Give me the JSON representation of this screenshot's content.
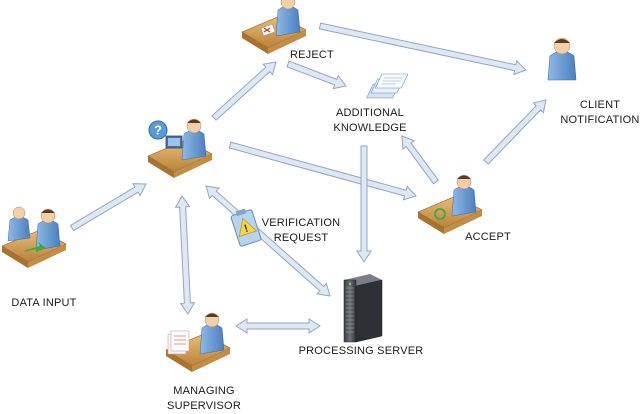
{
  "nodes": {
    "data_input": "DATA INPUT",
    "reject": "REJECT",
    "additional_knowledge": [
      "ADDITIONAL",
      "KNOWLEDGE"
    ],
    "client_notification": [
      "CLIENT",
      "NOTIFICATION"
    ],
    "verification_request": [
      "VERIFICATION",
      "REQUEST"
    ],
    "accept": "ACCEPT",
    "processing_server": "PROCESSING SERVER",
    "managing_supervisor": [
      "MANAGING",
      "SUPERVISOR"
    ]
  },
  "colors": {
    "arrow_fill": "#dfe7f2",
    "arrow_stroke": "#93a6c1",
    "desk": "#d6a35a",
    "person_body": "#6f9fd4",
    "person_head": "#f2cfa9",
    "server": "#55585d"
  },
  "icons": [
    "question-icon",
    "alert-clipboard-icon",
    "documents-stack-icon",
    "server-icon"
  ]
}
